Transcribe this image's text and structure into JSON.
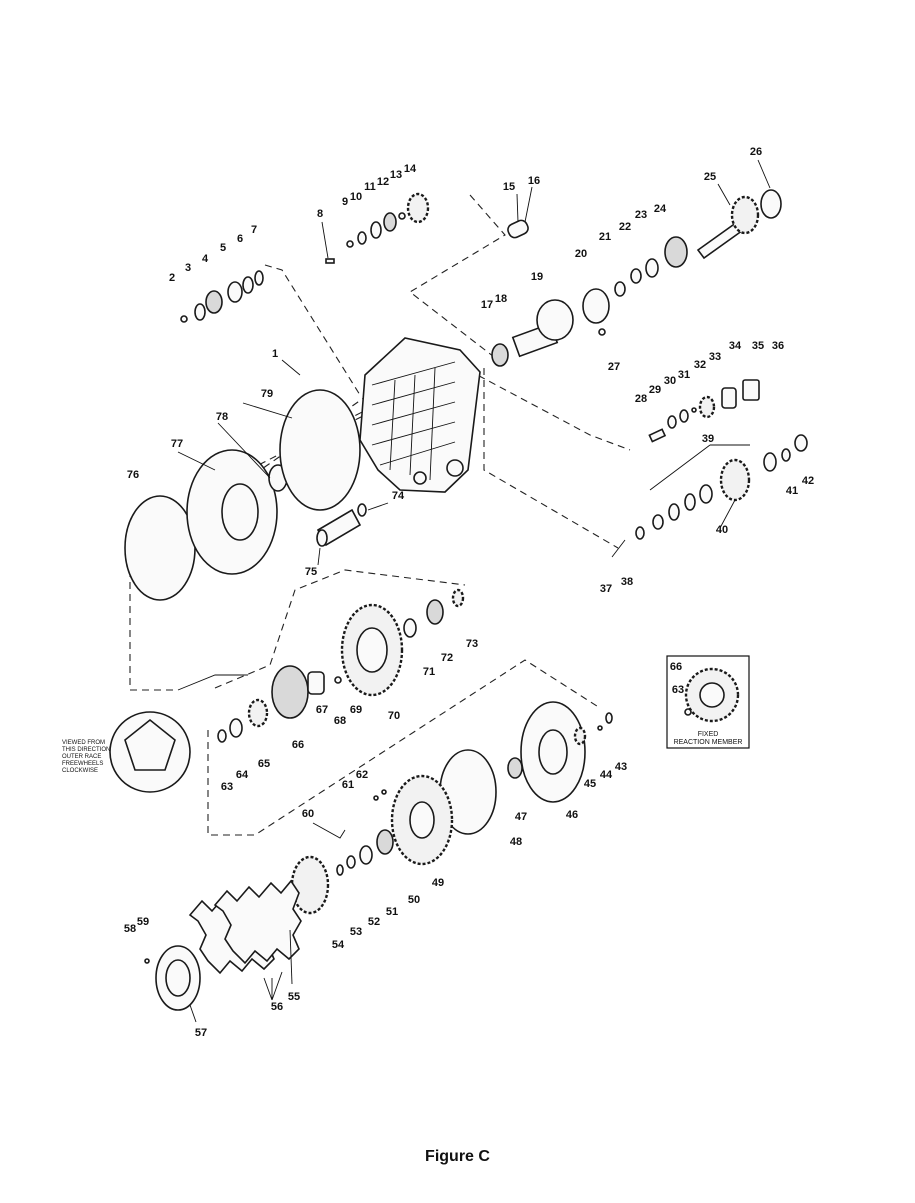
{
  "caption": "Figure C",
  "note": {
    "lines": [
      "VIEWED FROM",
      "THIS DIRECTION",
      "OUTER RACE",
      "FREEWHEELS",
      "CLOCKWISE"
    ]
  },
  "inset": {
    "lines": [
      "FIXED",
      "REACTION MEMBER"
    ],
    "callouts": [
      "66",
      "63"
    ]
  },
  "callouts": [
    "1",
    "2",
    "3",
    "4",
    "5",
    "6",
    "7",
    "8",
    "9",
    "10",
    "11",
    "12",
    "13",
    "14",
    "15",
    "16",
    "17",
    "18",
    "19",
    "20",
    "21",
    "22",
    "23",
    "24",
    "25",
    "26",
    "27",
    "28",
    "29",
    "30",
    "31",
    "32",
    "33",
    "34",
    "35",
    "36",
    "37",
    "38",
    "39",
    "40",
    "41",
    "42",
    "43",
    "44",
    "45",
    "46",
    "47",
    "48",
    "49",
    "50",
    "51",
    "52",
    "53",
    "54",
    "55",
    "56",
    "57",
    "58",
    "59",
    "60",
    "61",
    "62",
    "63",
    "64",
    "65",
    "66",
    "67",
    "68",
    "69",
    "70",
    "71",
    "72",
    "73",
    "74",
    "75",
    "76",
    "77",
    "78",
    "79"
  ]
}
